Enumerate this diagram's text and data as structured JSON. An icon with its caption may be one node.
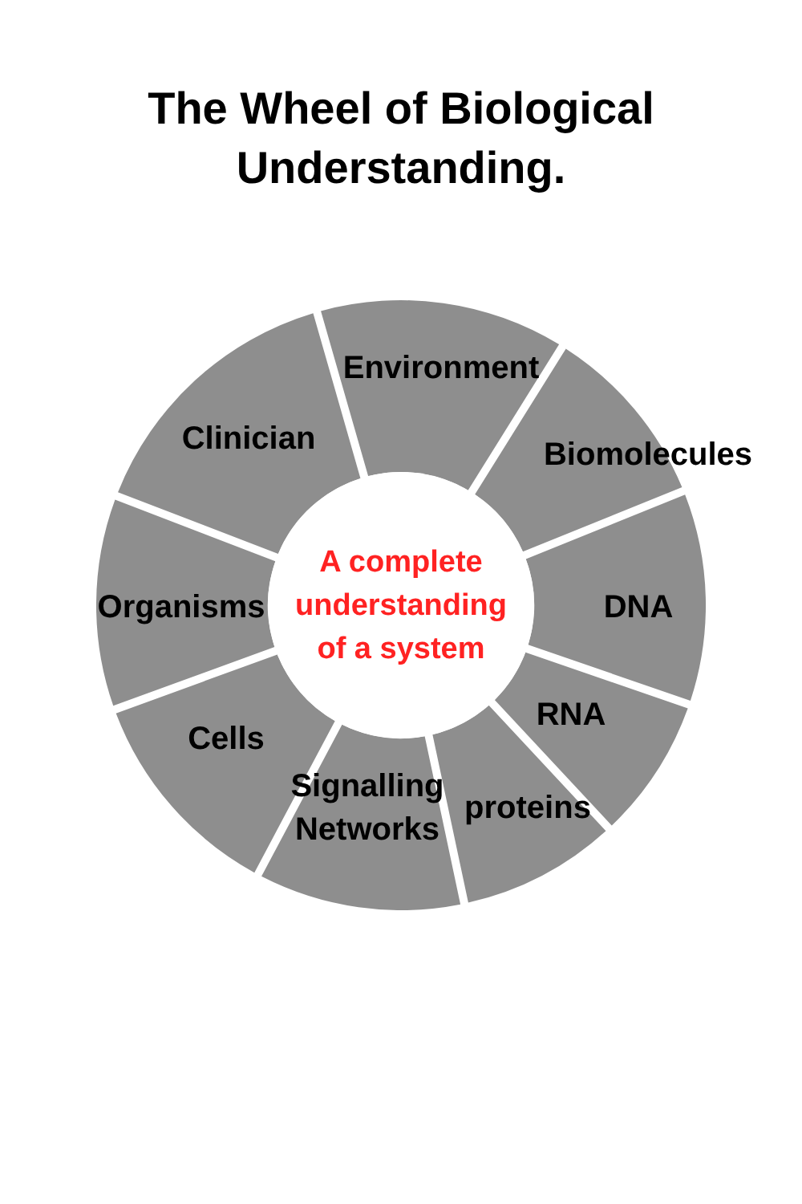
{
  "diagram": {
    "title": "The Wheel of Biological Understanding.",
    "nodes": [
      {
        "text": [
          "Environment"
        ]
      },
      {
        "text": [
          "Biomolecules"
        ]
      },
      {
        "text": [
          "DNA"
        ]
      },
      {
        "text": [
          "RNA"
        ]
      },
      {
        "text": [
          "proteins"
        ]
      },
      {
        "text": [
          "Signalling Networks"
        ]
      },
      {
        "text": [
          "Cells"
        ]
      },
      {
        "text": [
          "Organisms"
        ]
      },
      {
        "text": [
          "Clinician"
        ]
      },
      {
        "text": [
          "A complete understanding of a system"
        ]
      }
    ]
  }
}
